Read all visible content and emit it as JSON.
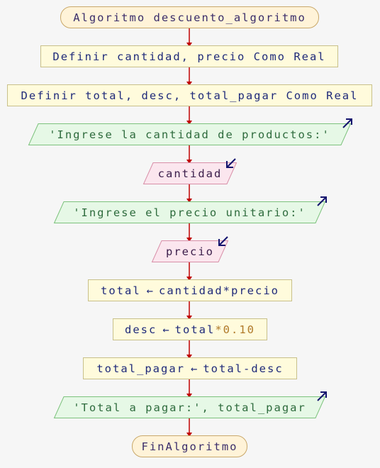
{
  "diagram": {
    "start_label": "Algoritmo descuento_algoritmo",
    "def1_label": "Definir cantidad, precio Como Real",
    "def2_label": "Definir total, desc, total_pagar Como Real",
    "out1_label": "'Ingrese la cantidad de productos:'",
    "in1_label": "cantidad",
    "out2_label": "'Ingrese el precio unitario:'",
    "in2_label": "precio",
    "assign1": {
      "target": "total",
      "op": "←",
      "expr": "cantidad*precio"
    },
    "assign2": {
      "target": "desc",
      "op": "←",
      "expr_var": "total",
      "expr_mul": "*",
      "expr_num": "0.10"
    },
    "assign3": {
      "target": "total_pagar",
      "op": "←",
      "expr": "total-desc"
    },
    "out3_label": "'Total a pagar:', total_pagar",
    "end_label": "FinAlgoritmo"
  },
  "colors": {
    "arrow": "#c00000",
    "terminal_fill": "#fff3d8",
    "process_fill": "#fffbdc",
    "output_fill": "#e6f8e6",
    "input_fill": "#fbe6ee",
    "io_icon": "#14146e"
  },
  "icons": {
    "output_icon": "arrow-up-right-icon",
    "input_icon": "arrow-down-left-icon"
  }
}
